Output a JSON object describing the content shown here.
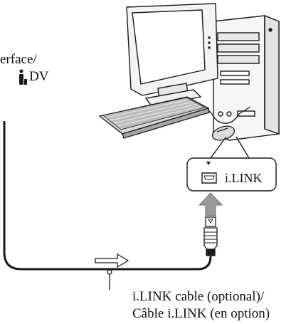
{
  "labels": {
    "interface_partial": "erface/",
    "dv": "DV",
    "port_label": "i.LINK",
    "cable_line1": "i.LINK cable (optional)/",
    "cable_line2": "Câble i.LINK (en option)"
  },
  "icons": {
    "dv_symbol": "i-link-symbol-icon",
    "port_symbol": "i-link-port-icon",
    "flow_arrow": "signal-direction-arrow-icon",
    "insert_arrow": "plug-insert-arrow-icon",
    "port_marker": "triangle-marker-icon"
  },
  "colors": {
    "line": "#1a1a1a",
    "monitor_body": "#f4f4f4",
    "screen": "#ffffff",
    "keyboard": "#d9d9d9",
    "arrow_fill": "#9a9a9a"
  }
}
